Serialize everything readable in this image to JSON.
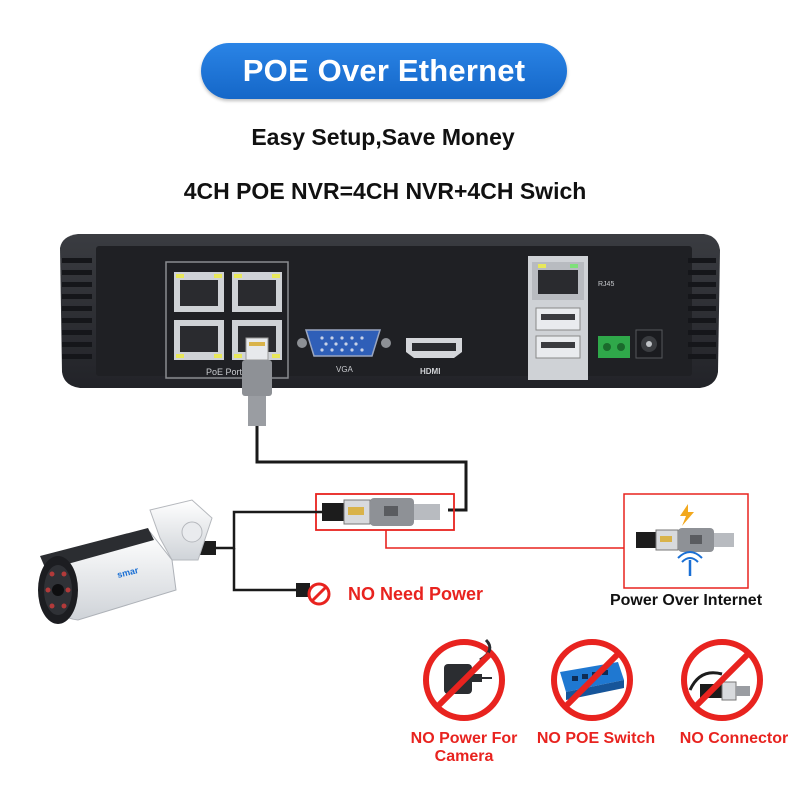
{
  "header": {
    "title": "POE Over Ethernet",
    "subtitle": "Easy Setup,Save Money",
    "equation": "4CH POE NVR=4CH NVR+4CH Swich"
  },
  "nvr": {
    "poe_ports_label": "PoE Port",
    "vga_label": "VGA",
    "hdmi_label": "HDMI",
    "rj45_label": "RJ45"
  },
  "camera": {
    "brand": "smar"
  },
  "labels": {
    "no_need_power": "NO Need Power",
    "power_over_internet": "Power Over Internet"
  },
  "bottom_items": [
    {
      "label_line1": "NO Power For",
      "label_line2": "Camera",
      "icon": "power-adapter-icon"
    },
    {
      "label_line1": "NO POE Switch",
      "label_line2": "",
      "icon": "poe-switch-icon"
    },
    {
      "label_line1": "NO Connector",
      "label_line2": "",
      "icon": "connector-icon"
    }
  ],
  "colors": {
    "accent_blue": "#1a6fd4",
    "prohibit_red": "#e8231f",
    "nvr_body": "#2b2d31"
  }
}
